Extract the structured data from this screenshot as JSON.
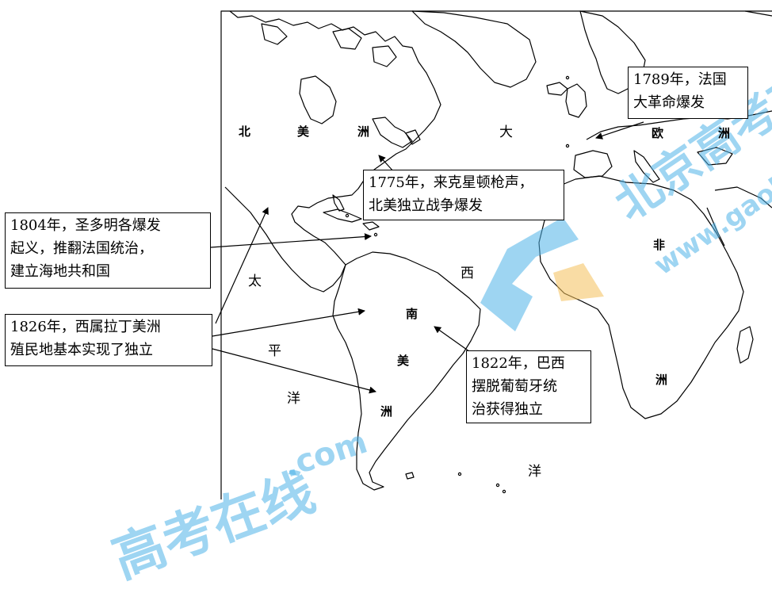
{
  "continents": {
    "north_america": [
      "北",
      "美",
      "洲"
    ],
    "south_america": [
      "南",
      "美",
      "洲"
    ],
    "europe": [
      "欧",
      "洲"
    ],
    "africa": [
      "非",
      "洲"
    ]
  },
  "oceans": {
    "atlantic": [
      "大",
      "西",
      "洋"
    ],
    "pacific": [
      "太",
      "平",
      "洋"
    ]
  },
  "events": {
    "e1789": [
      "1789年，法国",
      "大革命爆发"
    ],
    "e1775": [
      "1775年，来克星顿枪声，",
      "北美独立战争爆发"
    ],
    "e1804": [
      "1804年，圣多明各爆发",
      "起义，推翻法国统治，",
      "建立海地共和国"
    ],
    "e1826": [
      "1826年，西属拉丁美洲",
      "殖民地基本实现了独立"
    ],
    "e1822": [
      "1822年，巴西",
      "摆脱葡萄牙统",
      "治获得独立"
    ]
  },
  "watermark": {
    "top": "北京高考在线",
    "top_url": "www.gaokzx.com",
    "bottom": "高考在线",
    "bottom_url": ".com",
    "color": "#4fb3e8"
  }
}
